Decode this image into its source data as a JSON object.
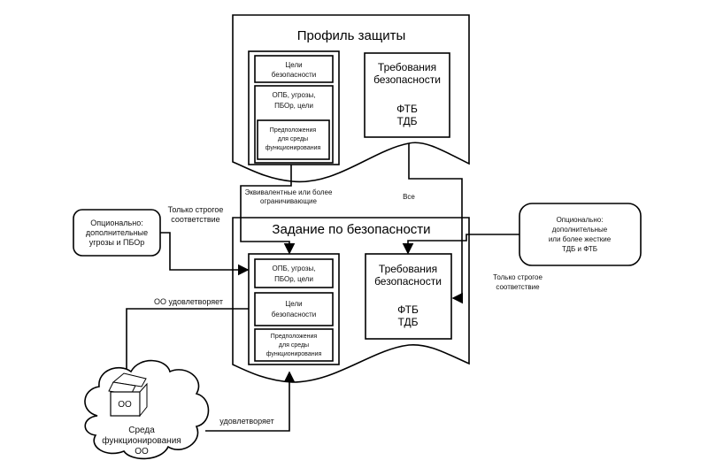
{
  "protection_profile": {
    "title": "Профиль защиты",
    "objectives": [
      "Цели",
      "безопасности"
    ],
    "threats": [
      "ОПБ, угрозы,",
      "ПБОр, цели"
    ],
    "assumptions": [
      "Предположения",
      "для среды",
      "функционирования"
    ],
    "requirements": [
      "Требования",
      "безопасности"
    ],
    "req_types": [
      "ФТБ",
      "ТДБ"
    ]
  },
  "security_target": {
    "title": "Задание по безопасности",
    "threats": [
      "ОПБ, угрозы,",
      "ПБОр, цели"
    ],
    "objectives": [
      "Цели",
      "безопасности"
    ],
    "assumptions": [
      "Предположения",
      "для среды",
      "функционирования"
    ],
    "requirements": [
      "Требования",
      "безопасности"
    ],
    "req_types": [
      "ФТБ",
      "ТДБ"
    ]
  },
  "labels": {
    "equivalent": [
      "Эквивалентные или более",
      "ограничивающие"
    ],
    "all": "Все",
    "strict_left": [
      "Только строгое",
      "соответствие"
    ],
    "strict_right": [
      "Только строгое",
      "соответствие"
    ],
    "toe_satisfies": "ОО удовлетворяет",
    "satisfies": "удовлетворяет"
  },
  "optional_left": [
    "Опционально:",
    "дополнительные",
    "угрозы и ПБОр"
  ],
  "optional_right": [
    "Опционально:",
    "дополнительные",
    "или более жесткие",
    "ТДБ и ФТБ"
  ],
  "environment": {
    "toe_label": "ОО",
    "caption": [
      "Среда",
      "функционирования",
      "ОО"
    ]
  }
}
